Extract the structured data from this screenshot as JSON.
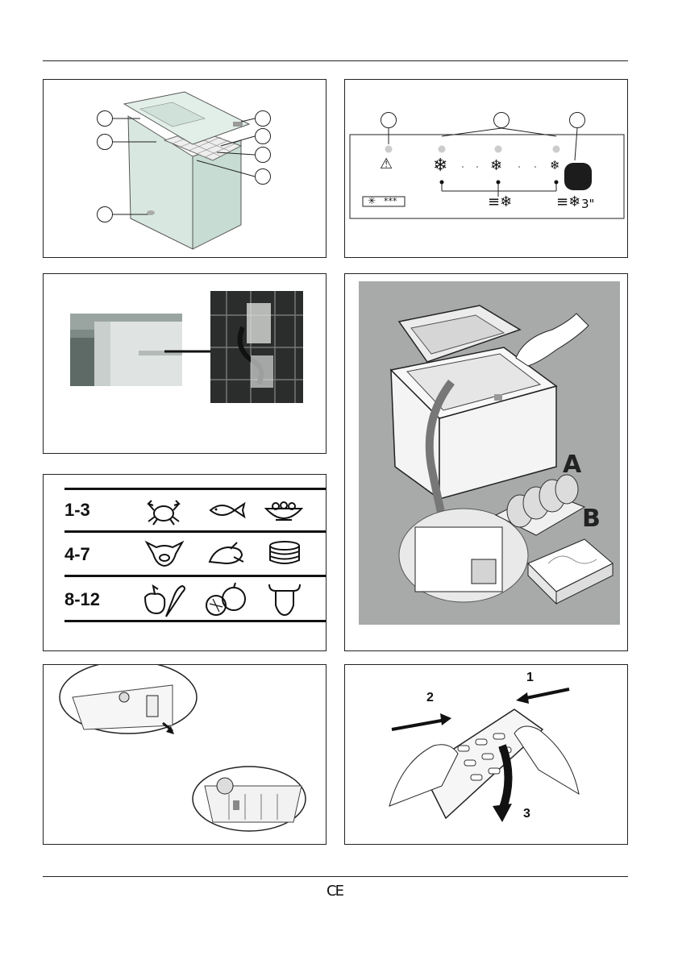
{
  "page": {
    "mark": "CE"
  },
  "icons": [
    "warning-icon",
    "snowflake-icon",
    "fast-freeze-icon",
    "crab-icon",
    "fish-icon",
    "bowl-icon",
    "pig-icon",
    "poultry-icon",
    "cake-icon",
    "vegetables-icon",
    "fruit-icon",
    "cow-icon"
  ],
  "control_panel": {
    "star_rating": "***",
    "fast_freeze_duration": "3\""
  },
  "food_table": {
    "rows": [
      {
        "label": "1-3",
        "icons": [
          "crab-icon",
          "fish-icon",
          "bowl-icon"
        ]
      },
      {
        "label": "4-7",
        "icons": [
          "pig-icon",
          "poultry-icon",
          "cake-icon"
        ]
      },
      {
        "label": "8-12",
        "icons": [
          "vegetables-icon",
          "fruit-icon",
          "cow-icon"
        ]
      }
    ]
  },
  "storage_panel": {
    "label_a": "A",
    "label_b": "B"
  },
  "removal_panel": {
    "step1": "1",
    "step2": "2",
    "step3": "3"
  }
}
